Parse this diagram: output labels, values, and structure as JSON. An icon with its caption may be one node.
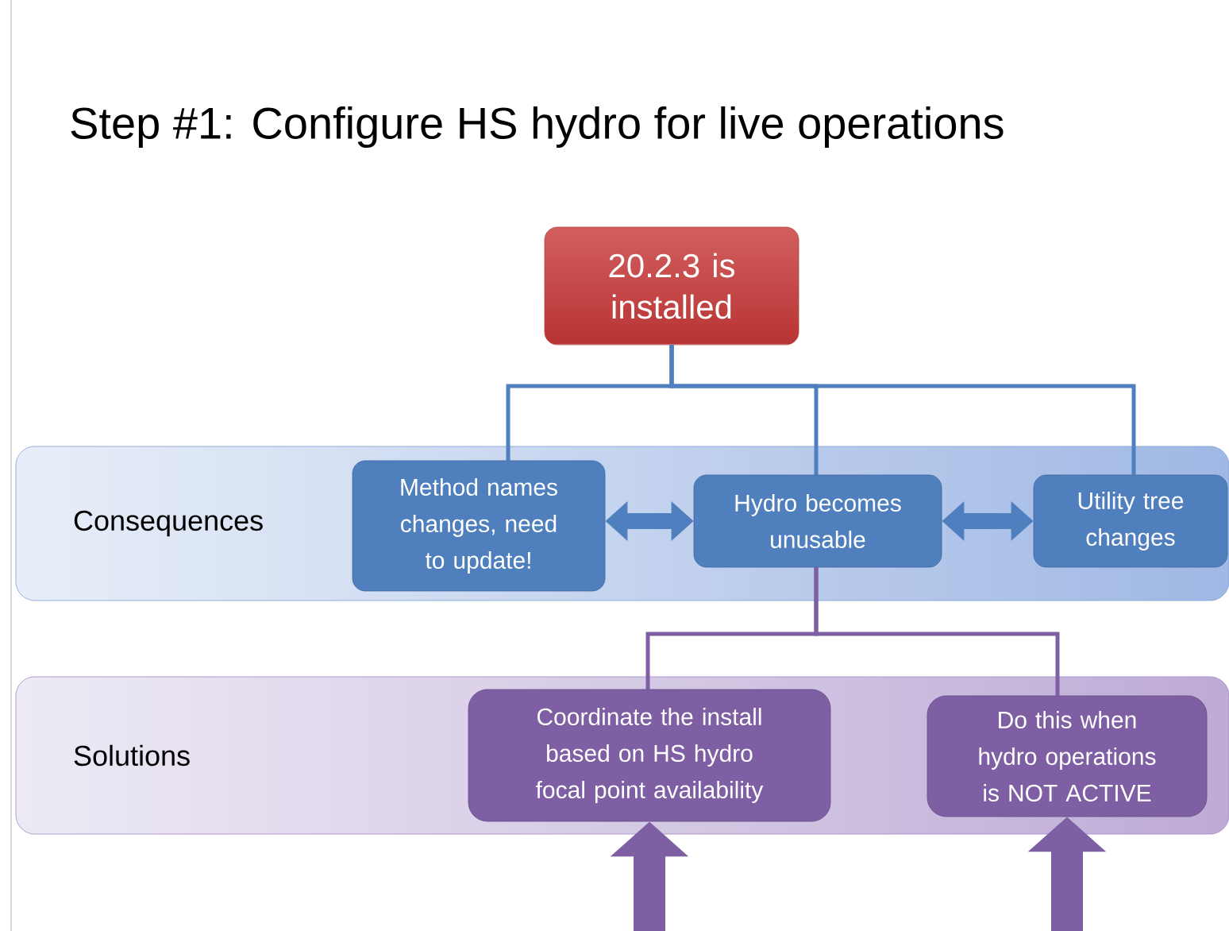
{
  "diagram": {
    "title": "Step #1: Configure HS hydro for live operations",
    "nodes": [
      {
        "text": [
          "20.2.3 is installed"
        ]
      },
      {
        "text": [
          "Consequences"
        ]
      },
      {
        "text": [
          "Method names changes, need to update!"
        ],
        "in": 1
      },
      {
        "text": [
          "Hydro becomes unusable"
        ],
        "in": 1
      },
      {
        "text": [
          "Utility tree changes"
        ],
        "in": 1
      },
      {
        "text": [
          "Solutions"
        ]
      },
      {
        "text": [
          "Coordinate the install based on HS hydro focal point availability"
        ],
        "in": 5
      },
      {
        "text": [
          "Do this when hydro operations is NOT ACTIVE"
        ],
        "in": 5
      }
    ],
    "edges": [
      {
        "from": 0,
        "to": 2,
        "arrow": "none"
      },
      {
        "from": 0,
        "to": 3,
        "arrow": "none"
      },
      {
        "from": 0,
        "to": 4,
        "arrow": "none"
      },
      {
        "from": 2,
        "to": 3,
        "arrow": "both",
        "style": "thick"
      },
      {
        "from": 3,
        "to": 4,
        "arrow": "both",
        "style": "thick"
      },
      {
        "from": 3,
        "to": 6,
        "arrow": "none",
        "color": "#7e5fa3"
      },
      {
        "from": 3,
        "to": 7,
        "arrow": "none",
        "color": "#7e5fa3"
      },
      {
        "from": null,
        "to": 6,
        "arrow": "to",
        "style": "thick",
        "color": "#7e5fa3"
      },
      {
        "from": null,
        "to": 7,
        "arrow": "to",
        "style": "thick",
        "color": "#7e5fa3"
      }
    ]
  }
}
